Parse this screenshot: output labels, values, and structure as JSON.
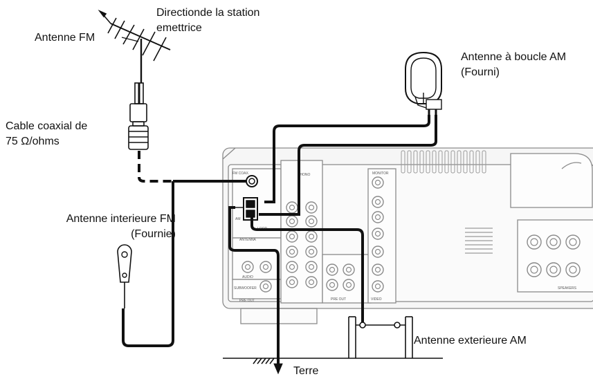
{
  "labels": {
    "fm_antenna": "Antenne FM",
    "station_direction_1": "Directionde la station",
    "station_direction_2": "emettrice",
    "coax_1": "Cable coaxial de",
    "coax_2": "75 Ω/ohms",
    "indoor_fm_1": "Antenne interieure FM",
    "indoor_fm_2": "(Fournie)",
    "am_loop_1": "Antenne à boucle AM",
    "am_loop_2": "(Fourni)",
    "outdoor_am": "Antenne exterieure AM",
    "ground": "Terre"
  },
  "panel_labels": {
    "fm_coax": "FM COAX.",
    "am": "AM",
    "loop": "LOOP",
    "antenna": "ANTENNA",
    "audio": "AUDIO",
    "subwoofer": "SUBWOOFER",
    "pre_out": "PRE OUT",
    "pre_out_2": "PRE OUT",
    "video": "VIDEO",
    "monitor": "MONITOR",
    "phono": "PHONO",
    "speakers": "SPEAKERS"
  },
  "colors": {
    "line": "#111111",
    "panel_stroke": "#8a8a8a",
    "panel_fill": "#f4f4f4"
  }
}
